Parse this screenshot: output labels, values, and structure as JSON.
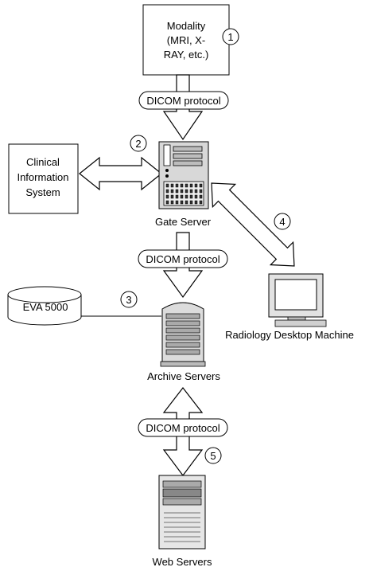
{
  "nodes": {
    "modality": {
      "lines": [
        "Modality",
        "(MRI, X-",
        "RAY, etc.)"
      ]
    },
    "clinical": {
      "lines": [
        "Clinical",
        "Information",
        "System"
      ]
    },
    "gate_server": {
      "label": "Gate Server"
    },
    "eva": {
      "label": "EVA 5000"
    },
    "archive": {
      "label": "Archive Servers"
    },
    "desktop": {
      "label": "Radiology Desktop Machine"
    },
    "web": {
      "label": "Web Servers"
    }
  },
  "protocols": {
    "p1": "DICOM protocol",
    "p2": "DICOM protocol",
    "p3": "DICOM protocol"
  },
  "steps": [
    "1",
    "2",
    "3",
    "4",
    "5"
  ]
}
